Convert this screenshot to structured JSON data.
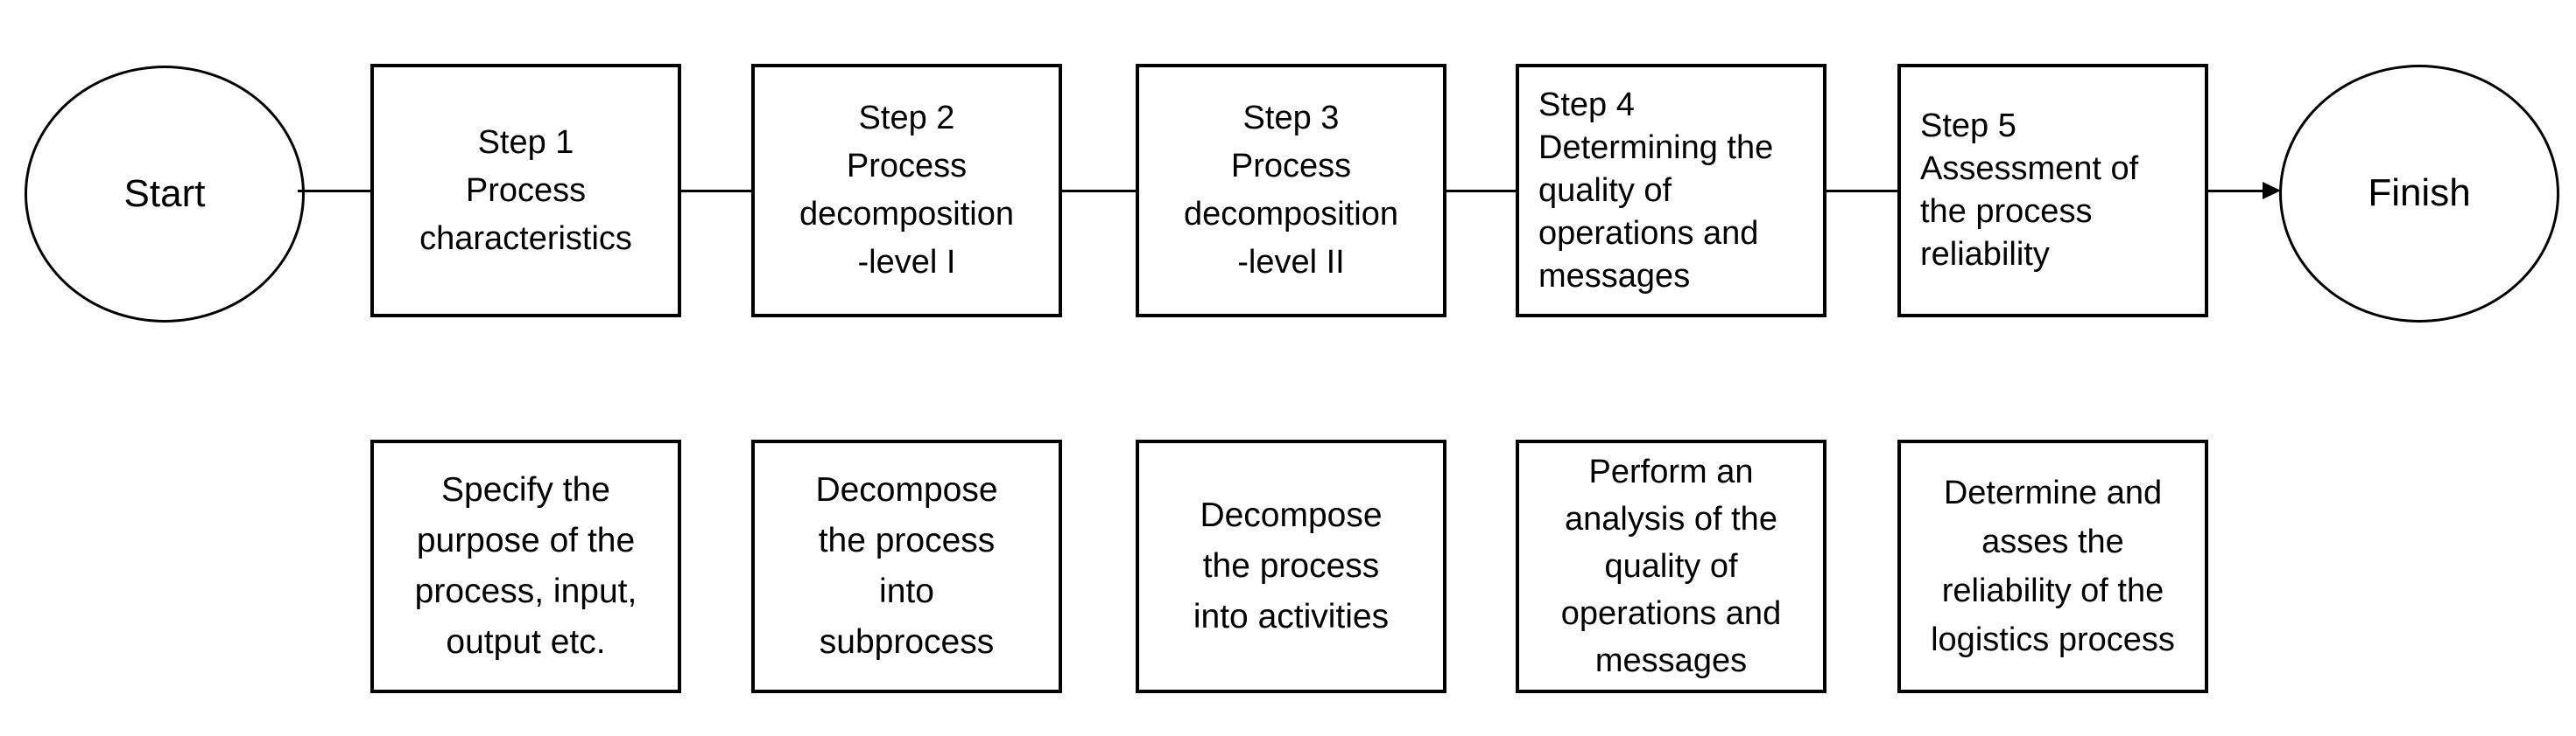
{
  "colors": {
    "stroke": "#000000",
    "fill": "#ffffff",
    "text": "#000000"
  },
  "flowchart": {
    "start": {
      "label": "Start"
    },
    "finish": {
      "label": "Finish"
    },
    "steps": [
      {
        "title": "Step 1\nProcess\ncharacteristics",
        "description": "Specify the\npurpose of the\nprocess, input,\noutput etc."
      },
      {
        "title": "Step 2\nProcess\ndecomposition\n-level I",
        "description": "Decompose\nthe process\ninto\nsubprocess"
      },
      {
        "title": "Step 3\nProcess\ndecomposition\n-level II",
        "description": "Decompose\nthe process\ninto activities"
      },
      {
        "title": "Step 4\nDetermining the\nquality of\noperations and\nmessages",
        "description": "Perform an\nanalysis of the\nquality of\noperations and\nmessages"
      },
      {
        "title": "Step 5\nAssessment of\nthe process\nreliability",
        "description": "Determine and\nasses the\nreliability of the\nlogistics process"
      }
    ]
  }
}
